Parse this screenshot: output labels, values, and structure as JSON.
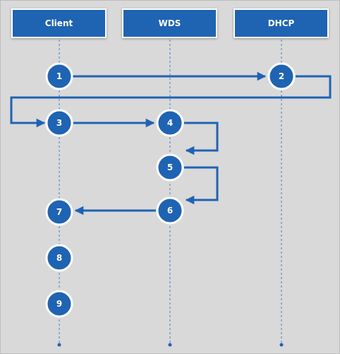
{
  "lanes": {
    "client": "Client",
    "wds": "WDS",
    "dhcp": "DHCP"
  },
  "steps": [
    "1",
    "2",
    "3",
    "4",
    "5",
    "6",
    "7",
    "8",
    "9"
  ],
  "colors": {
    "background": "#d9d9d9",
    "accent": "#1f63b3",
    "lifeline": "#3f7fcf",
    "node_border": "#ffffff"
  }
}
